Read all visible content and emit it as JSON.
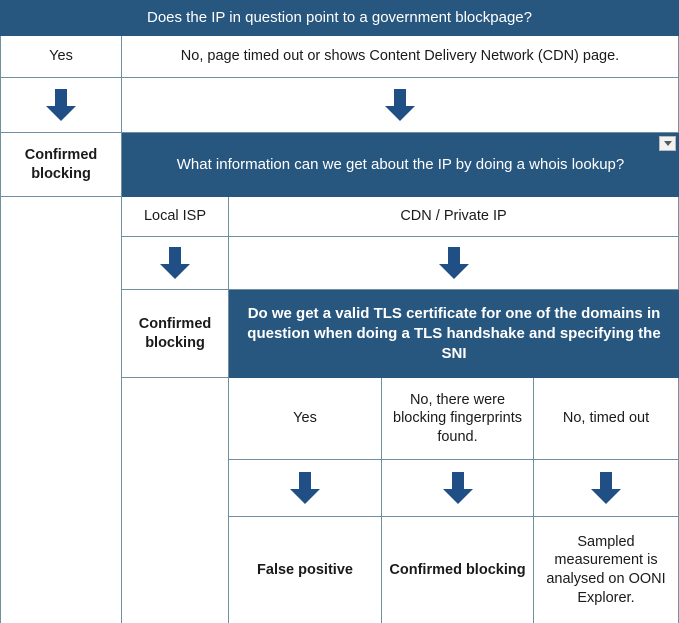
{
  "colors": {
    "band_blue": "#27567f",
    "arrow_blue": "#1f4f85",
    "border": "#71909f",
    "text": "#1a1a1a",
    "band_text": "#ffffff"
  },
  "questions": {
    "q1": "Does the IP in question point to a government blockpage?",
    "q2": "What information can we get about the IP by doing a whois lookup?",
    "q3": "Do we get a valid TLS certificate for one of the domains in question when doing a TLS handshake and specifying the SNI"
  },
  "level1": {
    "answer_yes": "Yes",
    "answer_no": "No, page timed out or shows Content Delivery Network (CDN) page.",
    "outcome_yes": "Confirmed blocking"
  },
  "level2": {
    "answer_local_isp": "Local ISP",
    "answer_cdn": "CDN / Private IP",
    "outcome_local_isp": "Confirmed blocking"
  },
  "level3": {
    "answer_yes": "Yes",
    "answer_fingerprints": "No, there were blocking fingerprints found.",
    "answer_timed_out": "No, timed out",
    "outcome_yes": "False positive",
    "outcome_fingerprints": "Confirmed blocking",
    "outcome_timed_out": "Sampled measurement is analysed on OONI Explorer."
  },
  "controls": {
    "dropdown_label": "dropdown"
  }
}
